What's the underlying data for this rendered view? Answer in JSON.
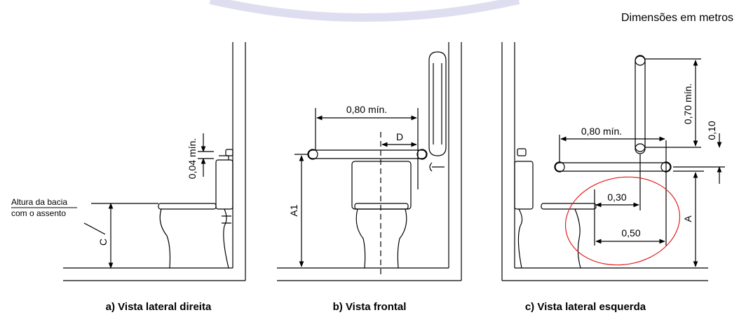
{
  "units_note": "Dimensões em metros",
  "views": {
    "right": {
      "caption": "a) Vista lateral direita",
      "seat_height_label_line1": "Altura da bacia",
      "seat_height_label_line2": "com o assento",
      "dim_gap": "0,04 mín.",
      "dim_c": "C"
    },
    "front": {
      "caption": "b) Vista frontal",
      "dim_width": "0,80 mín.",
      "dim_d": "D",
      "dim_a1": "A1"
    },
    "left": {
      "caption": "c) Vista lateral esquerda",
      "dim_vertical_bar": "0,70 mín.",
      "dim_offset": "0,10",
      "dim_width": "0,80 mín.",
      "dim_030": "0,30",
      "dim_050": "0,50",
      "dim_a": "A"
    }
  },
  "colors": {
    "ink": "#000000",
    "highlight": "#e02020",
    "watermark": "#c8c8e6"
  }
}
